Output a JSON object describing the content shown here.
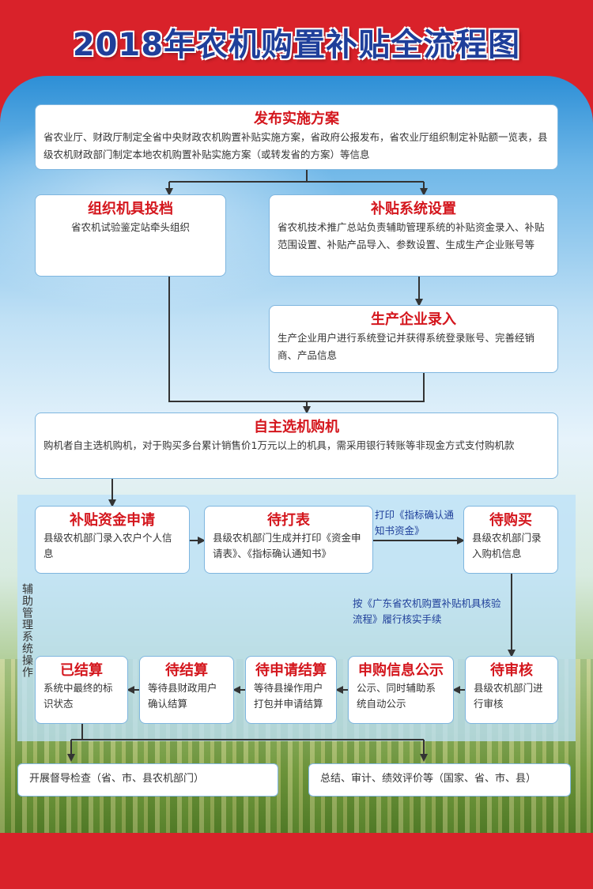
{
  "title": "2018年农机购置补贴全流程图",
  "side_label": "辅助管理系统操作",
  "nodes": {
    "publish": {
      "heading": "发布实施方案",
      "text": "省农业厅、财政厅制定全省中央财政农机购置补贴实施方案，省政府公报发布，省农业厅组织制定补贴额一览表，县级农机财政部门制定本地农机购置补贴实施方案（或转发省的方案）等信息"
    },
    "archive": {
      "heading": "组织机具投档",
      "text": "省农机试验鉴定站牵头组织"
    },
    "system_setup": {
      "heading": "补贴系统设置",
      "text": "省农机技术推广总站负责辅助管理系统的补贴资金录入、补贴范围设置、补贴产品导入、参数设置、生成生产企业账号等"
    },
    "enterprise_entry": {
      "heading": "生产企业录入",
      "text": "生产企业用户进行系统登记并获得系统登录账号、完善经销商、产品信息"
    },
    "self_purchase": {
      "heading": "自主选机购机",
      "text": "购机者自主选机购机，对于购买多台累计销售价1万元以上的机具，需采用银行转账等非现金方式支付购机款"
    },
    "apply": {
      "heading": "补贴资金申请",
      "text": "县级农机部门录入农户个人信息"
    },
    "print": {
      "heading": "待打表",
      "text": "县级农机部门生成并打印《资金申请表》、《指标确认通知书》"
    },
    "to_buy": {
      "heading": "待购买",
      "text": "县级农机部门录入购机信息"
    },
    "to_review": {
      "heading": "待审核",
      "text": "县级农机部门进行审核"
    },
    "publicity": {
      "heading": "申购信息公示",
      "text": "公示、同时辅助系统自动公示"
    },
    "to_apply_settle": {
      "heading": "待申请结算",
      "text": "等待县操作用户打包并申请结算"
    },
    "to_settle": {
      "heading": "待结算",
      "text": "等待县财政用户确认结算"
    },
    "settled": {
      "heading": "已结算",
      "text": "系统中最终的标识状态"
    },
    "supervise": {
      "text": "开展督导检查（省、市、县农机部门）"
    },
    "summary": {
      "text": "总结、审计、绩效评价等（国家、省、市、县）"
    }
  },
  "notes": {
    "print_notice": "打印《指标确认通知书资金》",
    "verify": "按《广东省农机购置补贴机具核验流程》履行核实手续"
  },
  "colors": {
    "frame": "#d9222a",
    "title": "#1f3f9a",
    "heading": "#d4161d",
    "box_border": "#7fb6df",
    "arrow": "#333333",
    "note": "#1f3f9a"
  }
}
